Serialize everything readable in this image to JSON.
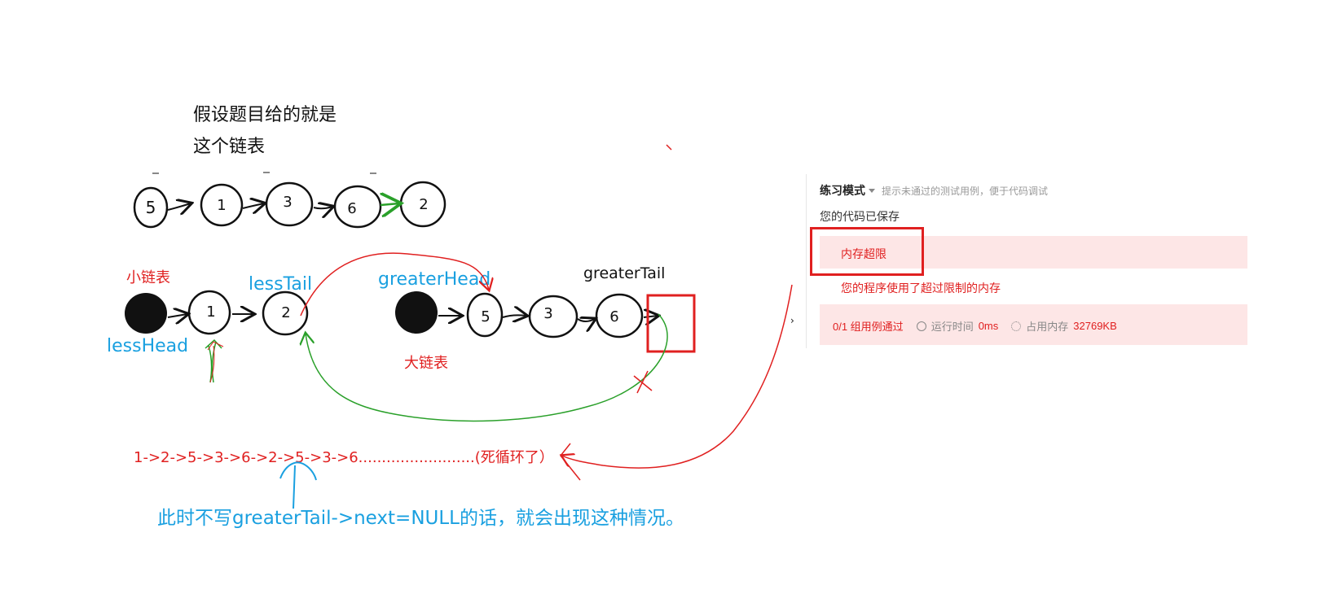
{
  "diagram": {
    "header_lines": [
      "假设题目给的就是",
      "这个链表"
    ],
    "original_list": [
      "5",
      "1",
      "3",
      "6",
      "2"
    ],
    "small_list_label": "小链表",
    "less_head_label": "lessHead",
    "less_tail_label": "lessTail",
    "less_nodes": [
      "1",
      "2"
    ],
    "greater_head_label": "greaterHead",
    "greater_tail_label": "greaterTail",
    "greater_nodes": [
      "5",
      "3",
      "6"
    ],
    "big_list_label": "大链表",
    "loop_sequence": "1->2->5->3->6->2->5->3->6.........................(死循环了）",
    "explanation": "此时不写greaterTail->next=NULL的话，就会出现这种情况。",
    "colors": {
      "red": "#e02020",
      "blue": "#1aa0e0",
      "green": "#2aa02a",
      "black": "#111111"
    }
  },
  "panel": {
    "mode_label": "练习模式",
    "mode_hint": "提示未通过的测试用例，便于代码调试",
    "saved_text": "您的代码已保存",
    "error_title": "内存超限",
    "error_message": "您的程序使用了超过限制的内存",
    "cases_passed": "0/1 组用例通过",
    "runtime_label": "运行时间",
    "runtime_value": "0ms",
    "memory_label": "占用内存",
    "memory_value": "32769KB"
  }
}
